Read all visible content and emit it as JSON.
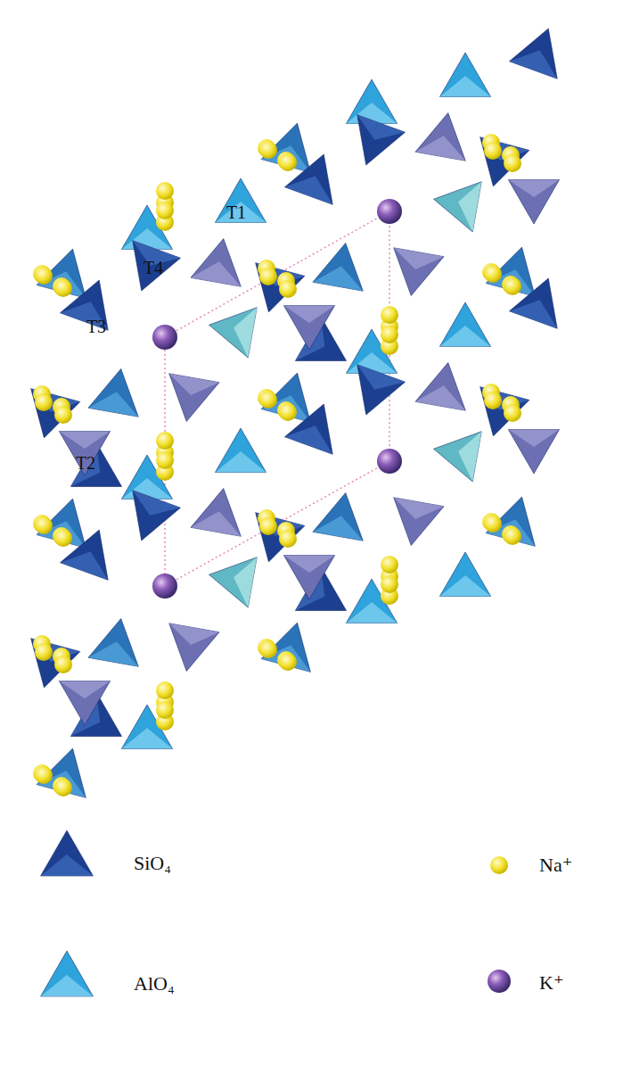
{
  "diagram": {
    "labels": [
      "T1",
      "T4",
      "T3",
      "T2"
    ],
    "legend": [
      {
        "text": "SiO₄"
      },
      {
        "text": "AlO₄"
      },
      {
        "text": "Na⁺"
      },
      {
        "text": "K⁺"
      }
    ]
  }
}
